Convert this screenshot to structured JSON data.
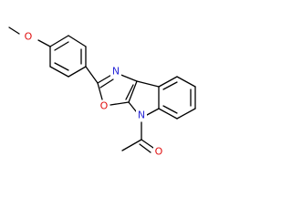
{
  "molecule": {
    "atoms": {
      "methoxy_o": {
        "symbol": "O",
        "color": "#e01010"
      },
      "ring_n": {
        "symbol": "N",
        "color": "#2a2ad8"
      },
      "ring_o": {
        "symbol": "O",
        "color": "#e01010"
      },
      "indole_n": {
        "symbol": "N",
        "color": "#2a2ad8"
      },
      "carbonyl_o": {
        "symbol": "O",
        "color": "#e01010"
      }
    },
    "bond_color": "#000000"
  }
}
